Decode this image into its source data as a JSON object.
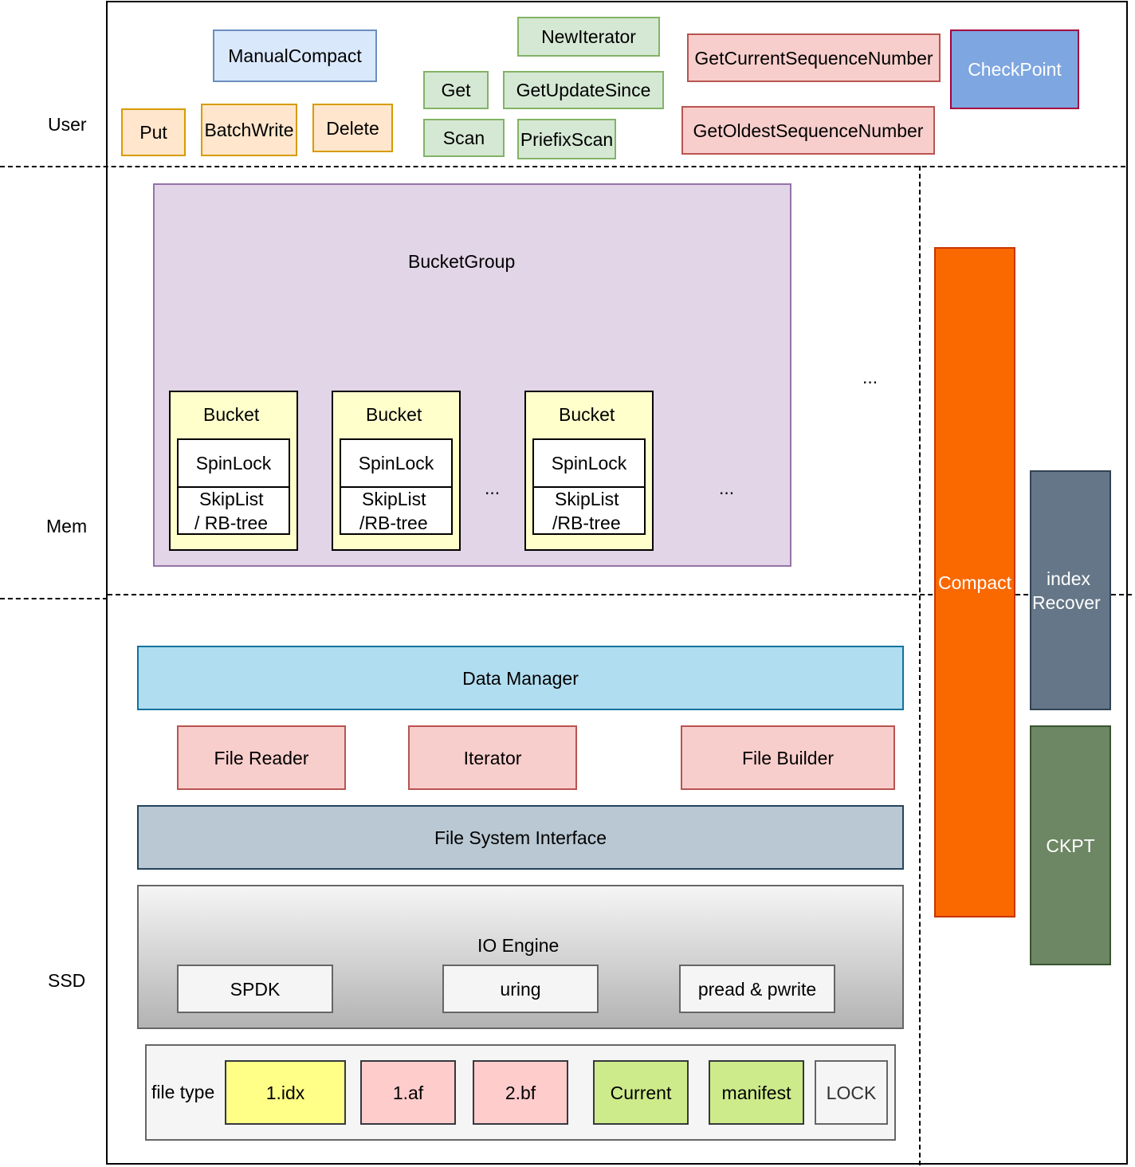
{
  "layers": {
    "user": "User",
    "mem": "Mem",
    "ssd": "SSD"
  },
  "user_ops": {
    "manual_compact": "ManualCompact",
    "new_iterator": "NewIterator",
    "get": "Get",
    "get_update_since": "GetUpdateSince",
    "scan": "Scan",
    "prefix_scan": "PriefixScan",
    "put": "Put",
    "batch_write": "BatchWrite",
    "delete": "Delete",
    "get_current_seq": "GetCurrentSequenceNumber",
    "get_oldest_seq": "GetOldestSequenceNumber",
    "checkpoint": "CheckPoint"
  },
  "mem": {
    "bucket_group": "BucketGroup",
    "bucket_label": "Bucket",
    "spinlock": "SpinLock",
    "buckets": [
      {
        "label": "Bucket",
        "lock": "SpinLock",
        "index_line1": "SkipList",
        "index_line2": "/ RB-tree"
      },
      {
        "label": "Bucket",
        "lock": "SpinLock",
        "index_line1": "SkipList",
        "index_line2": "/RB-tree"
      },
      {
        "label": "Bucket",
        "lock": "SpinLock",
        "index_line1": "SkipList",
        "index_line2": "/RB-tree"
      }
    ],
    "ellipsis": "..."
  },
  "ssd": {
    "data_manager": "Data Manager",
    "file_reader": "File Reader",
    "iterator": "Iterator",
    "file_builder": "File Builder",
    "fs_interface": "File System Interface",
    "io_engine": "IO Engine",
    "spdk": "SPDK",
    "uring": "uring",
    "pread_pwrite": "pread & pwrite",
    "file_type_label": "file type",
    "file_types": [
      "1.idx",
      "1.af",
      "2.bf",
      "Current",
      "manifest",
      "LOCK"
    ]
  },
  "side": {
    "compact": "Compact",
    "index_line1": "index",
    "index_line2": "Recover",
    "ckpt": "CKPT"
  }
}
